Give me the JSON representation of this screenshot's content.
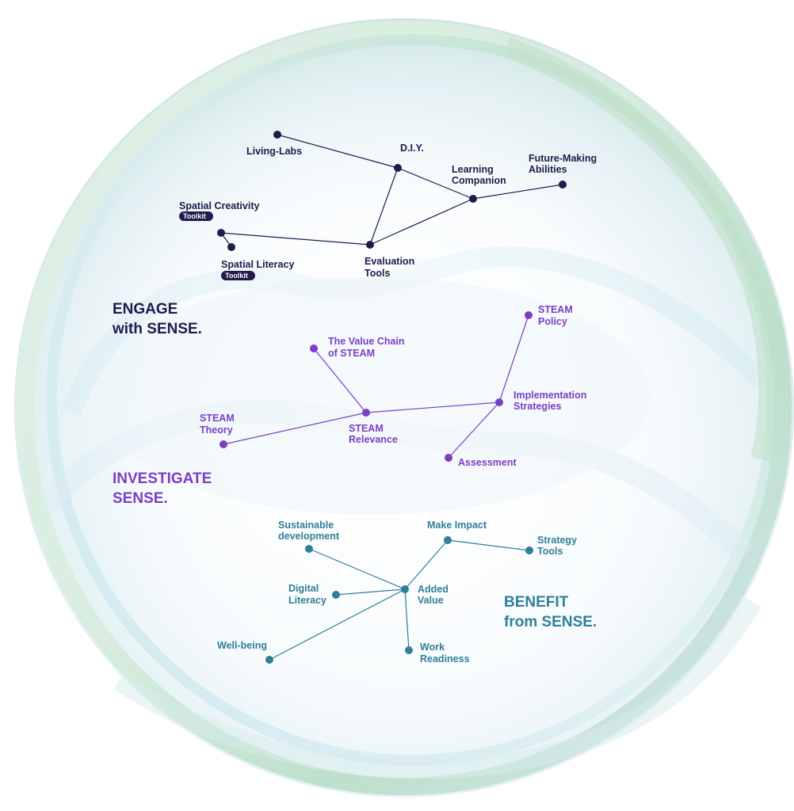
{
  "colors": {
    "engage": "#1f1b4d",
    "investigate": "#7a3fc4",
    "benefit": "#2f7f98",
    "orb_green": "#cfe9d6",
    "orb_blue": "#c9e4ef"
  },
  "sections": {
    "engage": {
      "title_line1": "ENGAGE",
      "title_line2": "with SENSE.",
      "nodes": {
        "living_labs": "Living-Labs",
        "diy": "D.I.Y.",
        "learning_companion_1": "Learning",
        "learning_companion_2": "Companion",
        "future_making_1": "Future-Making",
        "future_making_2": "Abilities",
        "spatial_creativity": "Spatial Creativity",
        "spatial_creativity_badge": "Toolkit",
        "spatial_literacy": "Spatial Literacy",
        "spatial_literacy_badge": "Toolkit",
        "evaluation_tools_1": "Evaluation",
        "evaluation_tools_2": "Tools"
      }
    },
    "investigate": {
      "title_line1": "INVESTIGATE",
      "title_line2": "SENSE.",
      "nodes": {
        "steam_policy_1": "STEAM",
        "steam_policy_2": "Policy",
        "value_chain_1": "The Value Chain",
        "value_chain_2": "of STEAM",
        "implementation_1": "Implementation",
        "implementation_2": "Strategies",
        "steam_theory_1": "STEAM",
        "steam_theory_2": "Theory",
        "steam_relevance_1": "STEAM",
        "steam_relevance_2": "Relevance",
        "assessment": "Assessment"
      }
    },
    "benefit": {
      "title_line1": "BENEFIT",
      "title_line2": "from SENSE.",
      "nodes": {
        "sustainable_1": "Sustainable",
        "sustainable_2": "development",
        "make_impact": "Make Impact",
        "strategy_tools_1": "Strategy",
        "strategy_tools_2": "Tools",
        "digital_literacy_1": "Digital",
        "digital_literacy_2": "Literacy",
        "added_value_1": "Added",
        "added_value_2": "Value",
        "well_being": "Well-being",
        "work_readiness_1": "Work",
        "work_readiness_2": "Readiness"
      }
    }
  }
}
